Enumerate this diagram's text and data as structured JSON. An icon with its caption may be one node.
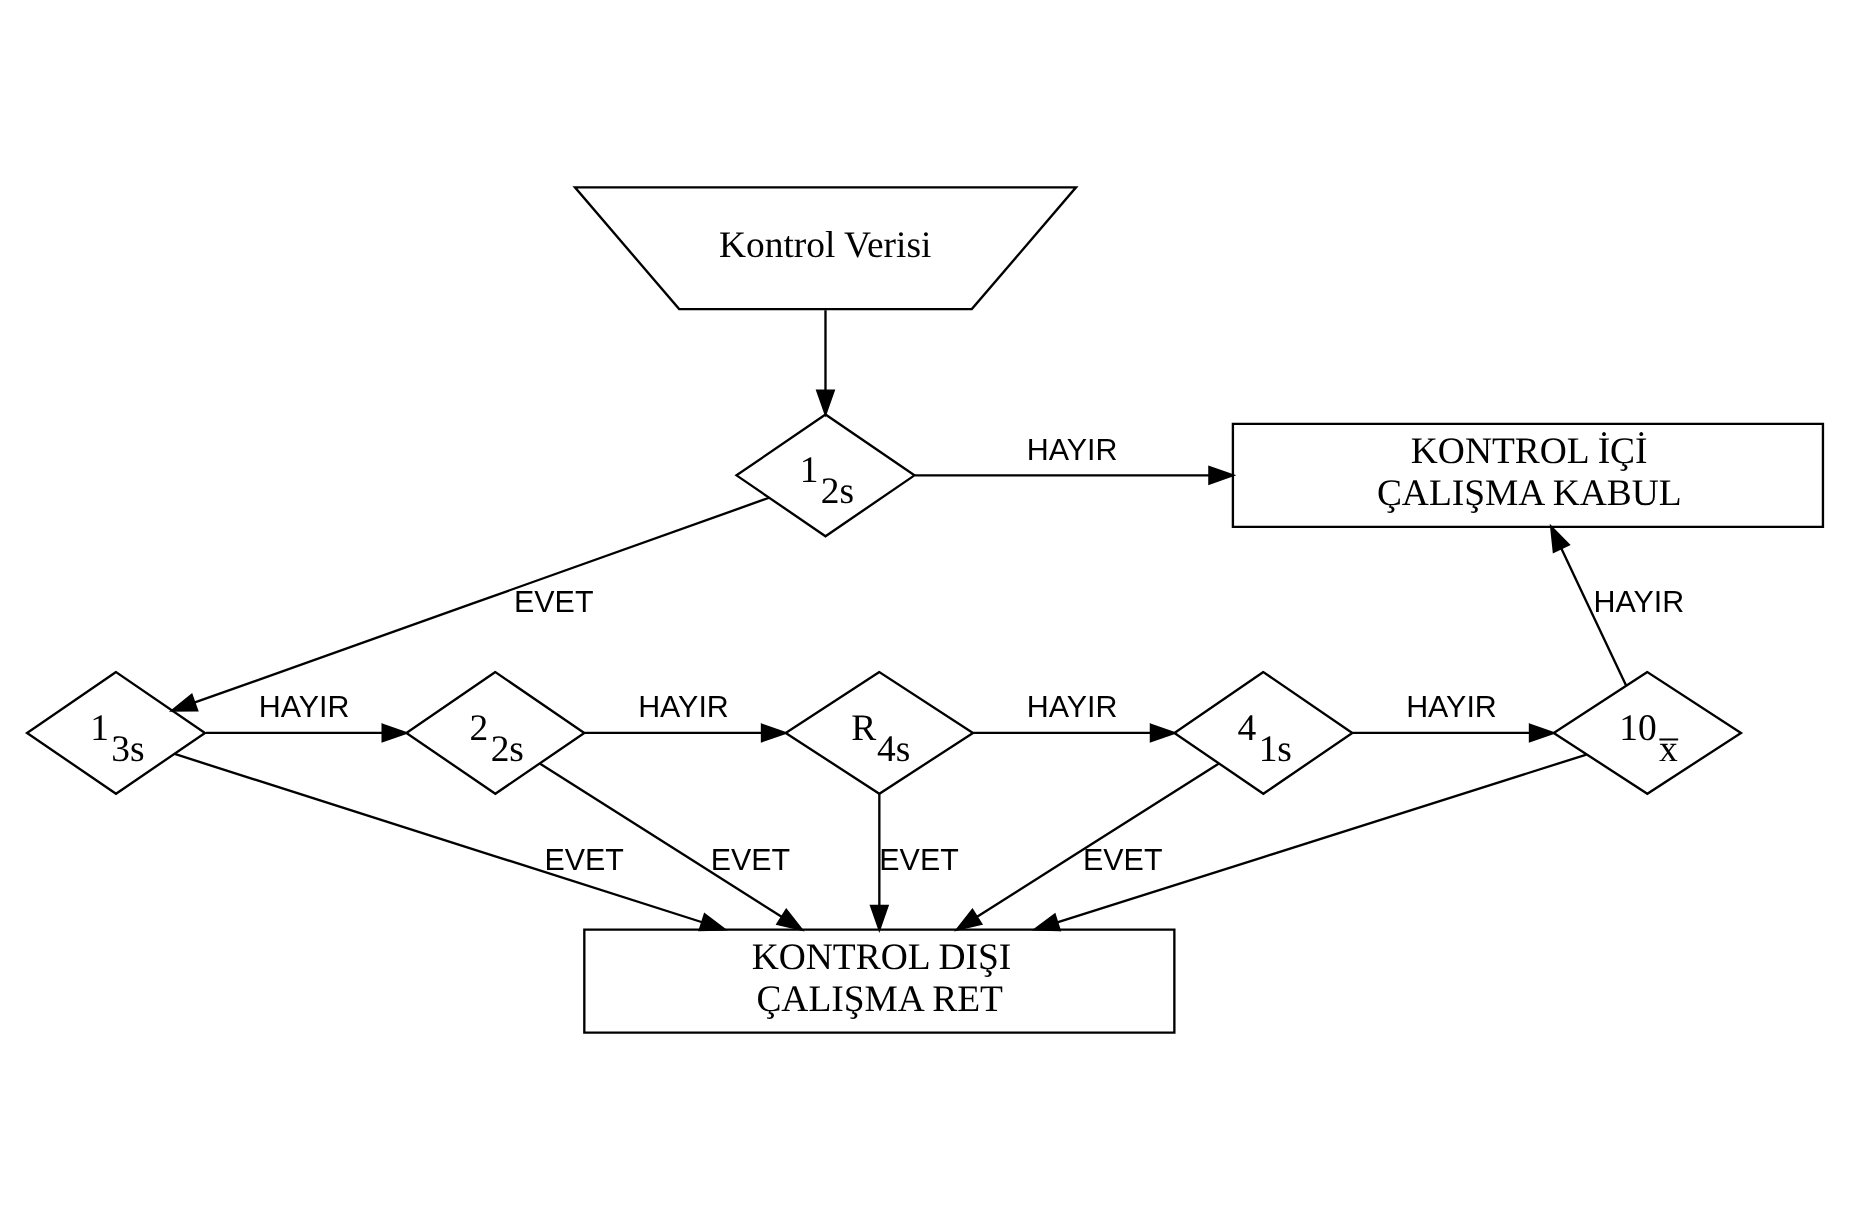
{
  "diagram": {
    "nodes": [
      {
        "text": [
          "Kontrol Verisi"
        ]
      },
      {
        "text": [
          "1$_{2s}$"
        ]
      },
      {
        "text": [
          "KONTROL İÇİ",
          "ÇALIŞMA KABUL"
        ]
      },
      {
        "text": [
          "1$_{3s}$"
        ]
      },
      {
        "text": [
          "2$_{2s}$"
        ]
      },
      {
        "text": [
          "R$_{4s}$"
        ]
      },
      {
        "text": [
          "4$_{1s}$"
        ]
      },
      {
        "text": [
          "10$_{x̅}$"
        ]
      },
      {
        "text": [
          "KONTROL DIŞI",
          "ÇALIŞMA RET"
        ]
      }
    ],
    "edges": [
      {
        "from": 0,
        "to": 1,
        "arrow": "to"
      },
      {
        "from": 1,
        "to": 2,
        "arrow": "to",
        "label": "HAYIR"
      },
      {
        "from": 1,
        "to": 3,
        "arrow": "to",
        "label": "EVET"
      },
      {
        "from": 3,
        "to": 4,
        "arrow": "to",
        "label": "HAYIR"
      },
      {
        "from": 4,
        "to": 5,
        "arrow": "to",
        "label": "HAYIR"
      },
      {
        "from": 5,
        "to": 6,
        "arrow": "to",
        "label": "HAYIR"
      },
      {
        "from": 6,
        "to": 7,
        "arrow": "to",
        "label": "HAYIR"
      },
      {
        "from": 7,
        "to": 2,
        "arrow": "to",
        "label": "HAYIR"
      },
      {
        "from": 3,
        "to": 8,
        "arrow": "to",
        "label": "EVET"
      },
      {
        "from": 4,
        "to": 8,
        "arrow": "to",
        "label": "EVET"
      },
      {
        "from": 5,
        "to": 8,
        "arrow": "to",
        "label": "EVET"
      },
      {
        "from": 6,
        "to": 8,
        "arrow": "to",
        "label": "EVET"
      },
      {
        "from": 7,
        "to": 8,
        "arrow": "to"
      }
    ]
  }
}
